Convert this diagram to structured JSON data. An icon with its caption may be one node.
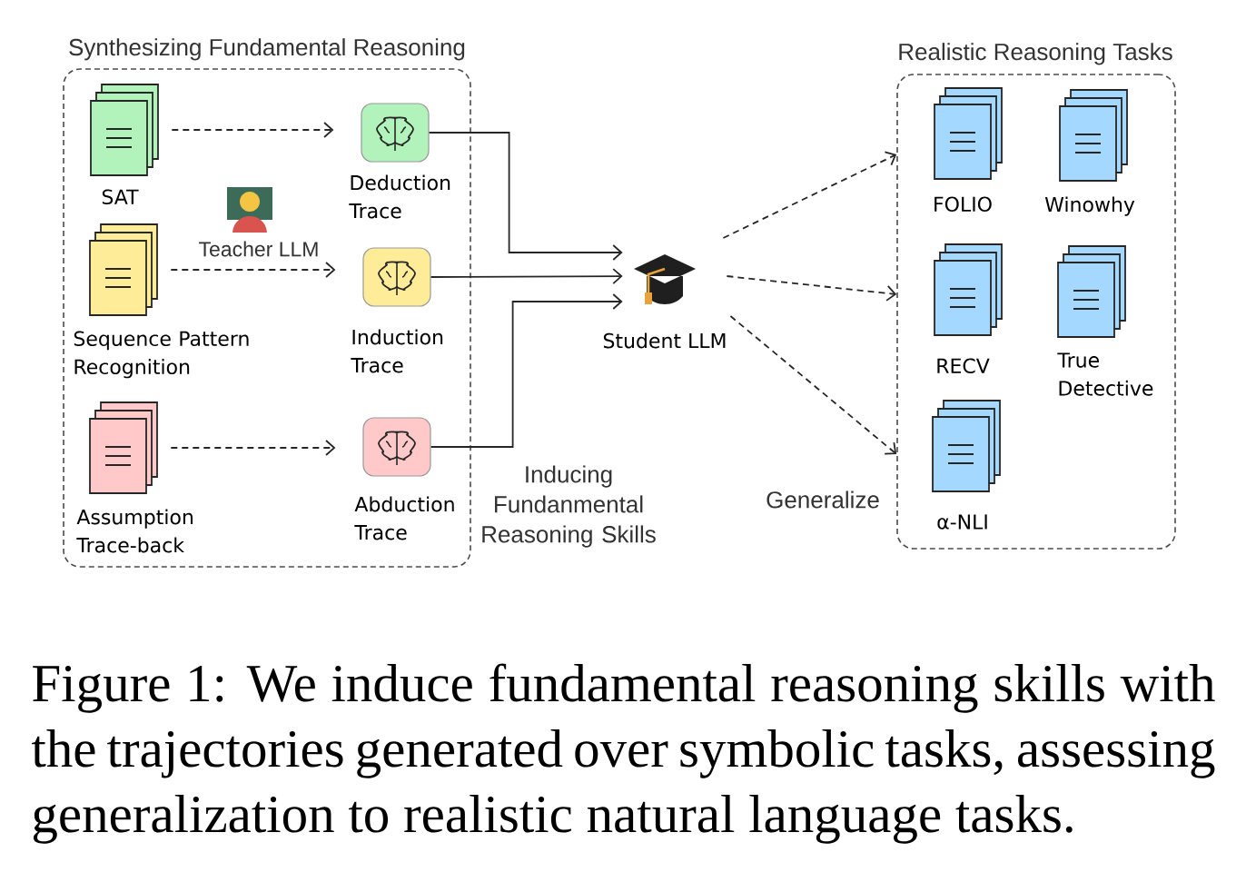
{
  "diagram": {
    "caption": "Figure 1: We induce fundamental reasoning skills with the trajectories generated over symbolic tasks, assessing generalization to realistic natural language tasks.",
    "nodes": [
      {
        "text": [
          "Synthesizing Fundamental Reasoning"
        ]
      },
      {
        "text": [
          "SAT"
        ],
        "in": 0
      },
      {
        "text": [
          "Deduction Trace"
        ],
        "in": 0
      },
      {
        "text": [
          "Sequence Pattern Recognition"
        ],
        "in": 0
      },
      {
        "text": [
          "Induction Trace"
        ],
        "in": 0
      },
      {
        "text": [
          "Assumption Trace-back"
        ],
        "in": 0
      },
      {
        "text": [
          "Abduction Trace"
        ],
        "in": 0
      },
      {
        "text": [
          "Student LLM"
        ]
      },
      {
        "text": [
          "Realistic Reasoning Tasks"
        ]
      },
      {
        "text": [
          "FOLIO"
        ],
        "in": 8
      },
      {
        "text": [
          "Winowhy"
        ],
        "in": 8
      },
      {
        "text": [
          "RECV"
        ],
        "in": 8
      },
      {
        "text": [
          "True Detective"
        ],
        "in": 8
      },
      {
        "text": [
          "α-NLI"
        ],
        "in": 8
      }
    ],
    "edges": [
      {
        "from": 1,
        "to": 2,
        "arrow": "to",
        "style": "dashed"
      },
      {
        "from": 3,
        "to": 4,
        "arrow": "to",
        "style": "dashed",
        "label": "Teacher LLM"
      },
      {
        "from": 5,
        "to": 6,
        "arrow": "to",
        "style": "dashed"
      },
      {
        "from": 2,
        "to": 7,
        "arrow": "to"
      },
      {
        "from": 4,
        "to": 7,
        "arrow": "to"
      },
      {
        "from": 6,
        "to": 7,
        "arrow": "to"
      },
      {
        "from": 7,
        "to": 8,
        "arrow": "to",
        "style": "dashed"
      },
      {
        "from": 7,
        "to": 8,
        "arrow": "to",
        "style": "dashed"
      },
      {
        "from": 7,
        "to": 8,
        "arrow": "to",
        "style": "dashed",
        "label": "Generalize"
      }
    ],
    "labels": [
      "Inducing Fundanmental Reasoning Skills"
    ]
  }
}
